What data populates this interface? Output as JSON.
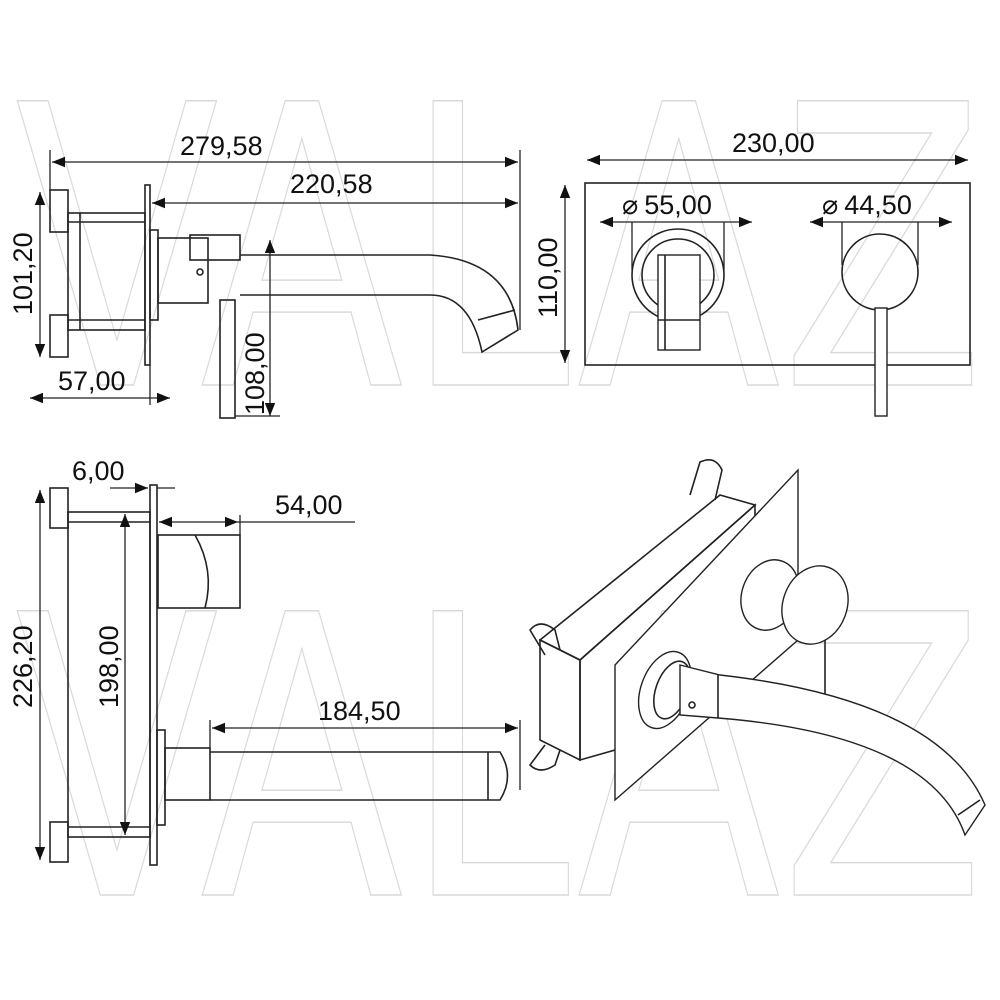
{
  "watermark": "VALAZ",
  "dimensions": {
    "overall_length": "279,58",
    "spout_projection": "220,58",
    "body_height_side": "101,20",
    "wall_depth": "57,00",
    "lever_height": "108,00",
    "plate_width": "230,00",
    "plate_height": "110,00",
    "spout_rosette_diameter": "55,00",
    "handle_diameter": "44,50",
    "plate_thickness": "6,00",
    "cylinder_depth": "54,00",
    "body_height_top": "226,20",
    "inner_height": "198,00",
    "spout_length": "184,50"
  },
  "diameter_symbol": "⌀"
}
